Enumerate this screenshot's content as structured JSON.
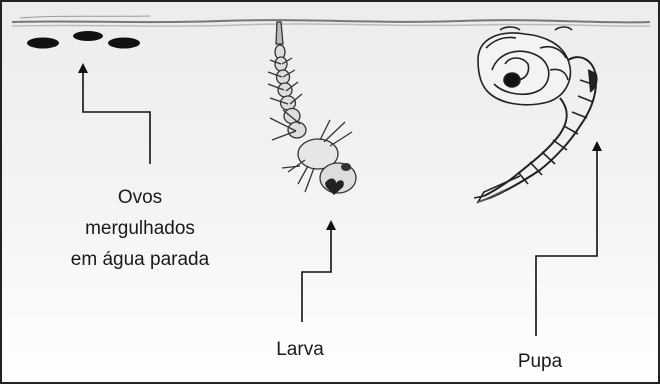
{
  "labels": {
    "eggs_line1": "Ovos",
    "eggs_line2": "mergulhados",
    "eggs_line3": "em água parada",
    "larva": "Larva",
    "pupa": "Pupa"
  },
  "colors": {
    "background_top": "#ececec",
    "background_bottom": "#ffffff",
    "ink": "#1a1a1a",
    "frame": "#222222"
  }
}
